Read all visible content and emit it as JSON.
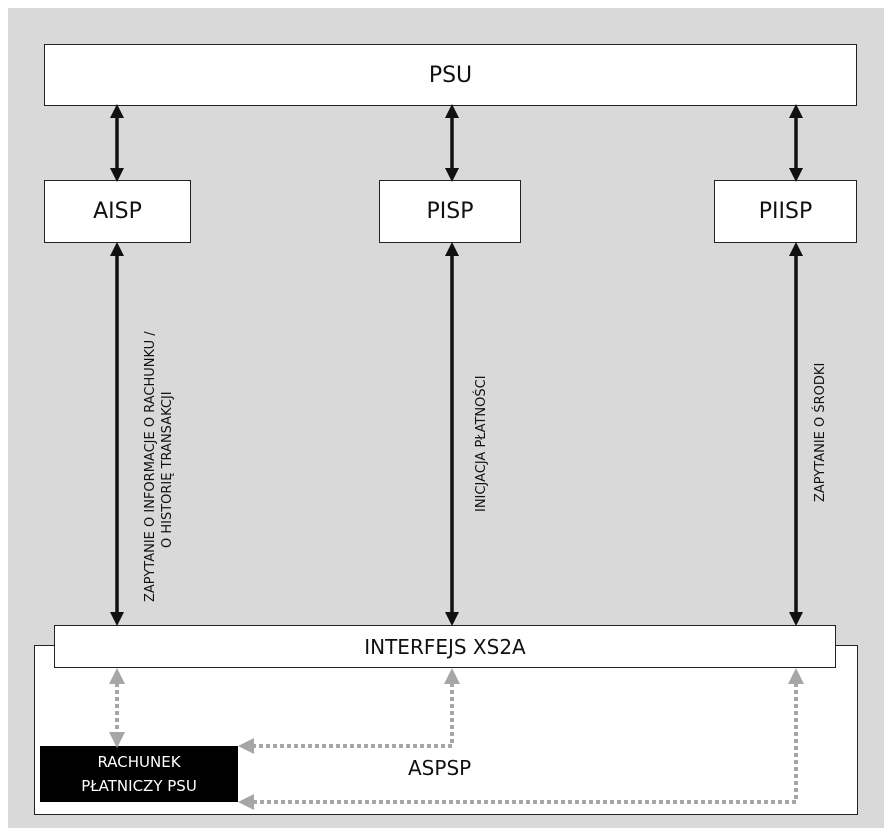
{
  "boxes": {
    "psu": "PSU",
    "aisp": "AISP",
    "pisp": "PISP",
    "piisp": "PIISP",
    "interfejs": "INTERFEJS XS2A",
    "aspsp": "ASPSP",
    "rachunek_line1": "RACHUNEK",
    "rachunek_line2": "PŁATNICZY PSU"
  },
  "labels": {
    "aisp_line1": "ZAPYTANIE O INFORMACJE O RACHUNKU /",
    "aisp_line2": "O HISTORIĘ TRANSAKCJI",
    "pisp": "INICJACJA PŁATNOŚCI",
    "piisp": "ZAPYTANIE O ŚRODKI"
  },
  "colors": {
    "background": "#d9d9d9",
    "solid_arrow": "#111111",
    "dotted_arrow": "#a6a6a6",
    "account_box": "#000000"
  }
}
